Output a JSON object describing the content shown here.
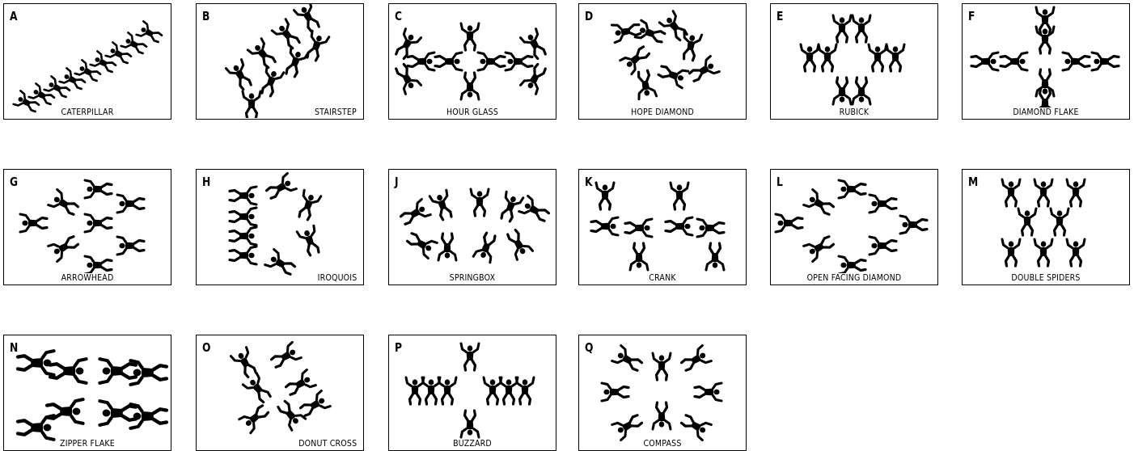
{
  "formations": [
    {
      "letter": "A",
      "name": "CATERPILLAR"
    },
    {
      "letter": "B",
      "name": "STAIRSTEP"
    },
    {
      "letter": "C",
      "name": "HOUR GLASS"
    },
    {
      "letter": "D",
      "name": "HOPE DIAMOND"
    },
    {
      "letter": "E",
      "name": "RUBICK"
    },
    {
      "letter": "F",
      "name": "DIAMOND FLAKE"
    },
    {
      "letter": "G",
      "name": "ARROWHEAD"
    },
    {
      "letter": "H",
      "name": "IROQUOIS"
    },
    {
      "letter": "J",
      "name": "SPRINGBOX"
    },
    {
      "letter": "K",
      "name": "CRANK"
    },
    {
      "letter": "L",
      "name": "OPEN FACING DIAMOND"
    },
    {
      "letter": "M",
      "name": "DOUBLE SPIDERS"
    },
    {
      "letter": "N",
      "name": "ZIPPER FLAKE"
    },
    {
      "letter": "O",
      "name": "DONUT CROSS"
    },
    {
      "letter": "P",
      "name": "BUZZARD"
    },
    {
      "letter": "Q",
      "name": "COMPASS"
    }
  ]
}
